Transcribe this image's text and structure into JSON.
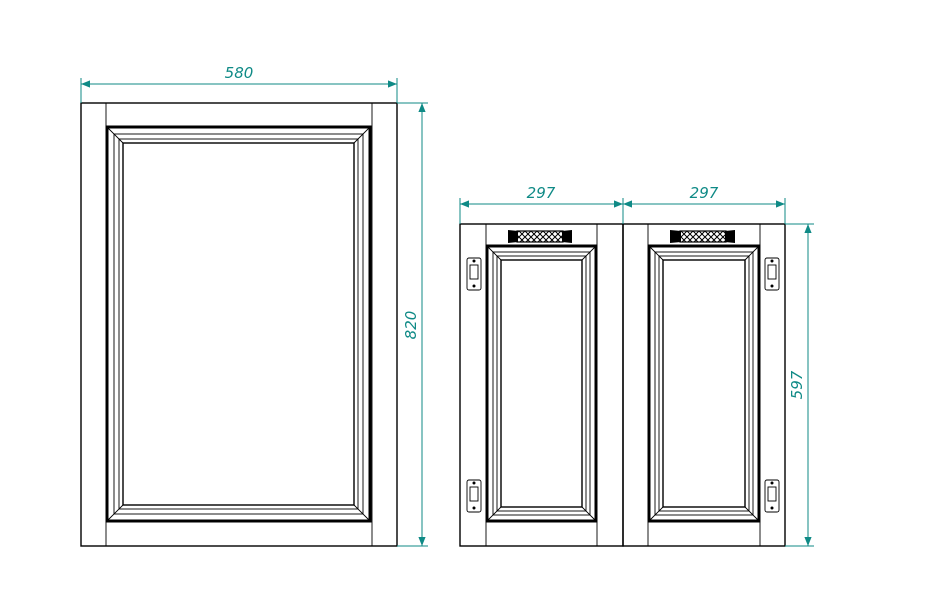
{
  "dimensions": {
    "large_width": "580",
    "large_height": "820",
    "small_left_width": "297",
    "small_right_width": "297",
    "small_height": "597"
  },
  "colors": {
    "dimension_line": "#0f8a86",
    "outline": "#000000",
    "background": "#ffffff"
  }
}
